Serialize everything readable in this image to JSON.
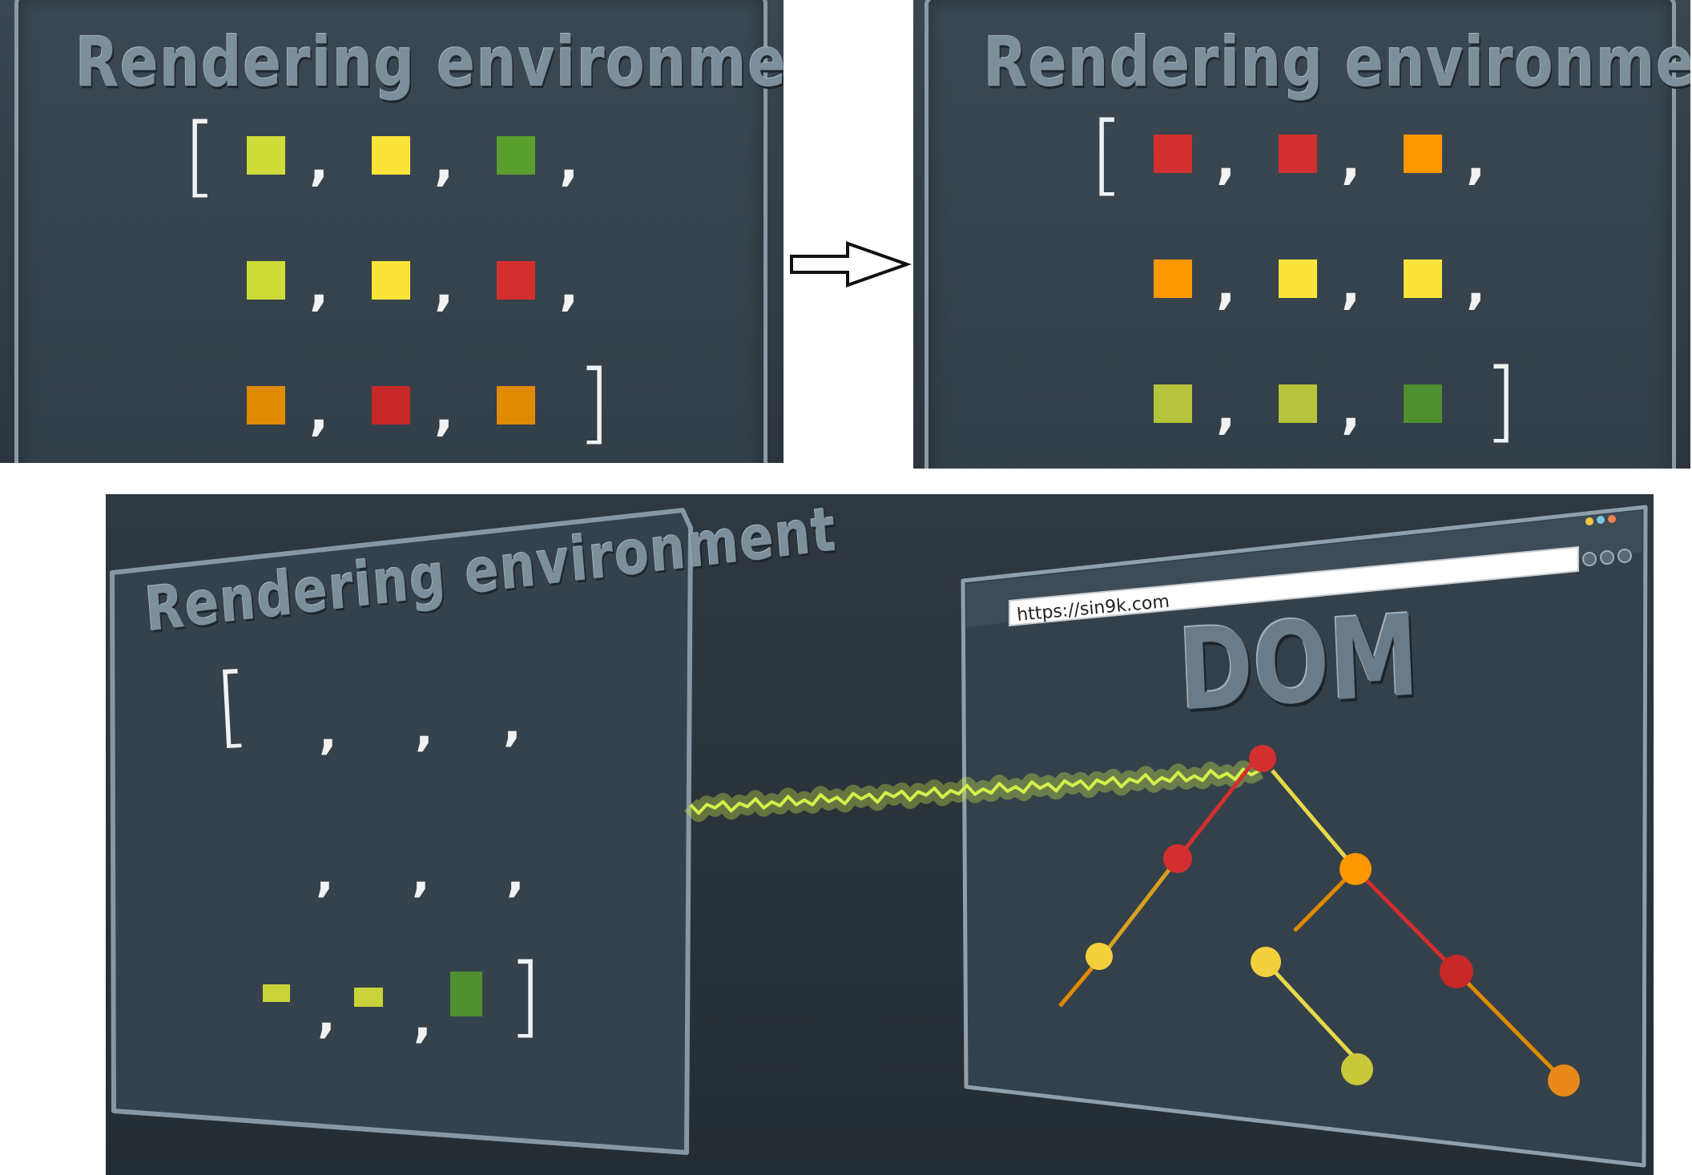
{
  "panel_top_left": {
    "title": "Rendering environment",
    "open_bracket": "[",
    "close_bracket": "]",
    "comma": ",",
    "rows": [
      [
        "#cddc39",
        "#fbe43a",
        "#5a9e2e"
      ],
      [
        "#cddc39",
        "#fbe43a",
        "#d32f2f"
      ],
      [
        "#e08a00",
        "#c62828",
        "#e08a00"
      ]
    ]
  },
  "arrow": {
    "icon": "right-arrow-icon"
  },
  "panel_top_right": {
    "title": "Rendering environment",
    "open_bracket": "[",
    "close_bracket": "]",
    "comma": ",",
    "rows": [
      [
        "#d32f2f",
        "#d32f2f",
        "#ff9800"
      ],
      [
        "#ff9800",
        "#fbe43a",
        "#fbe43a"
      ],
      [
        "#b5c43a",
        "#b5c43a",
        "#4f8f2f"
      ]
    ]
  },
  "panel_bottom": {
    "board_title": "Rendering environment",
    "open_bracket": "[",
    "close_bracket": "]",
    "comma": ",",
    "last_row": [
      "#c9d33a",
      "#c9d33a",
      "#4f8f2f"
    ],
    "browser": {
      "url": "https://sin9k.com",
      "heading": "DOM",
      "window_dots": [
        "#f4c542",
        "#7ec8e3",
        "#f08050"
      ],
      "nav_icons": [
        "refresh-icon",
        "back-icon",
        "forward-icon"
      ]
    },
    "tree_node_colors": {
      "root": "#d32f2f",
      "left": "#d32f2f",
      "right": "#ff9800",
      "left_child": "#f4d03f",
      "mid": "#f4d03f",
      "right_child": "#c62828",
      "mid_child": "#c8c83a",
      "far_leaf": "#e8891a"
    },
    "signal_color": "#d4f04a"
  }
}
